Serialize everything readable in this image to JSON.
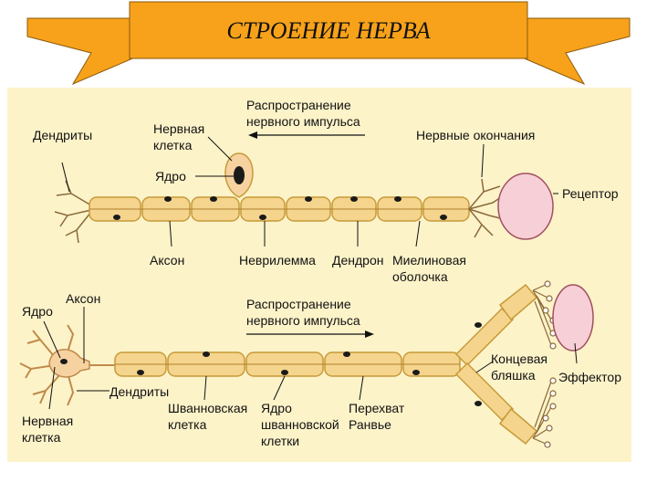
{
  "title": "СТРОЕНИЕ НЕРВА",
  "colors": {
    "banner": "#f7a21a",
    "panel": "#fdf3c9",
    "fiber": "#f5d58d",
    "fiber_stroke": "#c79a3a",
    "cell": "#f6d2a0",
    "receptor": "#f7cfd6",
    "nucleus": "#1a1a1a"
  },
  "top": {
    "dendrites": "Дендриты",
    "nerve_cell_1": "Нервная",
    "nerve_cell_2": "клетка",
    "nucleus": "Ядро",
    "propagation_1": "Распространение",
    "propagation_2": "нервного импульса",
    "endings": "Нервные окончания",
    "receptor": "Рецептор",
    "axon": "Аксон",
    "neurilemma": "Неврилемма",
    "dendron": "Дендрон",
    "myelin_1": "Миелиновая",
    "myelin_2": "оболочка"
  },
  "bottom": {
    "nucleus": "Ядро",
    "axon": "Аксон",
    "propagation_1": "Распространение",
    "propagation_2": "нервного импульса",
    "end_plate_1": "Концевая",
    "end_plate_2": "бляшка",
    "effector": "Эффектор",
    "dendrites": "Дендриты",
    "nerve_cell_1": "Нервная",
    "nerve_cell_2": "клетка",
    "schwann_1": "Шванновская",
    "schwann_2": "клетка",
    "schwann_nucleus_1": "Ядро",
    "schwann_nucleus_2": "шванновской",
    "schwann_nucleus_3": "клетки",
    "ranvier_1": "Перехват",
    "ranvier_2": "Ранвье"
  }
}
